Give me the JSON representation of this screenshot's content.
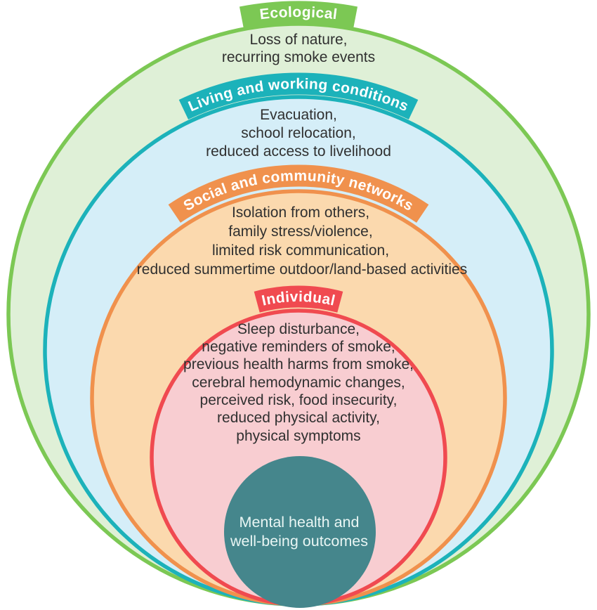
{
  "diagram": {
    "rings": [
      {
        "label": "Ecological",
        "stroke": "#7cc854",
        "fill": "#dff0d7",
        "lines": [
          "Loss of nature,",
          "recurring smoke events"
        ]
      },
      {
        "label": "Living and working conditions",
        "stroke": "#1cb2ba",
        "fill": "#d5eef8",
        "lines": [
          "Evacuation,",
          "school relocation,",
          "reduced access to livelihood"
        ]
      },
      {
        "label": "Social and community networks",
        "stroke": "#f0914d",
        "fill": "#fbd9ae",
        "lines": [
          "Isolation from others,",
          "family stress/violence,",
          "limited risk communication,",
          "reduced summertime outdoor/land-based activities"
        ]
      },
      {
        "label": "Individual",
        "stroke": "#f04a50",
        "fill": "#f8cdd1",
        "lines": [
          "Sleep disturbance,",
          "negative reminders of smoke,",
          "previous health harms from smoke,",
          "cerebral hemodynamic changes,",
          "perceived risk, food insecurity,",
          "reduced physical activity,",
          "physical symptoms"
        ]
      }
    ],
    "core": {
      "fill": "#45868c",
      "text_color": "#e9f6f4",
      "lines": [
        "Mental health and",
        "well-being outcomes"
      ]
    }
  }
}
